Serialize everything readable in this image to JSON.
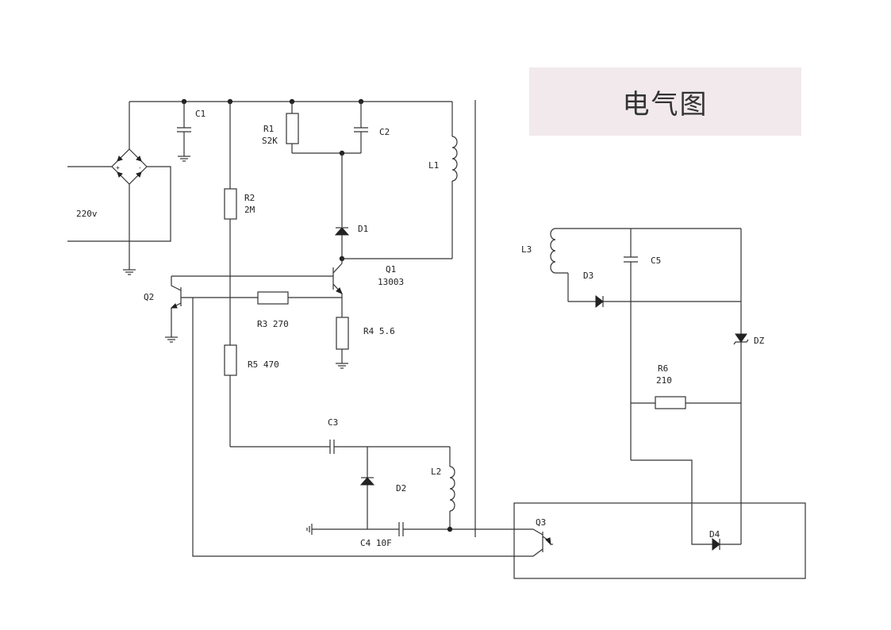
{
  "title": "电气图",
  "labels": {
    "c1": "C1",
    "r1": "R1",
    "r1_val": "S2K",
    "c2": "C2",
    "l1": "L1",
    "r2": "R2",
    "r2_val": "2M",
    "input": "220v",
    "d1": "D1",
    "q1": "Q1",
    "q1_val": "13003",
    "q2": "Q2",
    "r3": "R3 270",
    "r4": "R4 5.6",
    "r5": "R5 470",
    "c3": "C3",
    "l2": "L2",
    "d2": "D2",
    "c4": "C4 10F",
    "q3": "Q3",
    "l3": "L3",
    "d3": "D3",
    "c5": "C5",
    "dz": "DZ",
    "r6": "R6",
    "r6_val": "210",
    "d4": "D4"
  }
}
